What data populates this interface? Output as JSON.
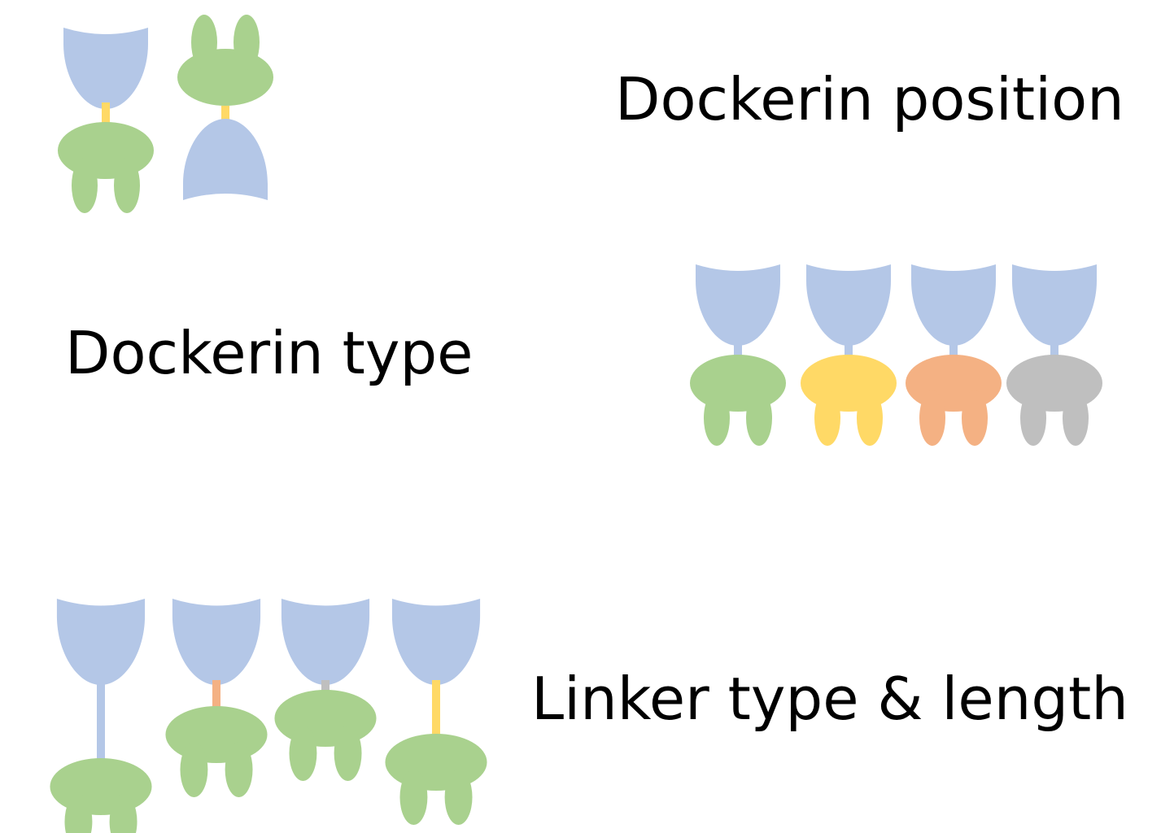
{
  "labels": {
    "position": "Dockerin position",
    "type": "Dockerin type",
    "linker": "Linker type & length"
  },
  "colors": {
    "module_blue": "#b4c7e7",
    "dockerin_green": "#a9d18e",
    "dockerin_yellow": "#ffd966",
    "dockerin_orange": "#f4b183",
    "dockerin_gray": "#bfbfbf",
    "linker_yellow": "#ffd966",
    "linker_orange": "#f4b183",
    "linker_blue": "#b4c7e7",
    "linker_gray": "#bfbfbf"
  },
  "icons": {
    "cup": "catalytic-module-icon",
    "dockerin": "dockerin-module-icon"
  }
}
